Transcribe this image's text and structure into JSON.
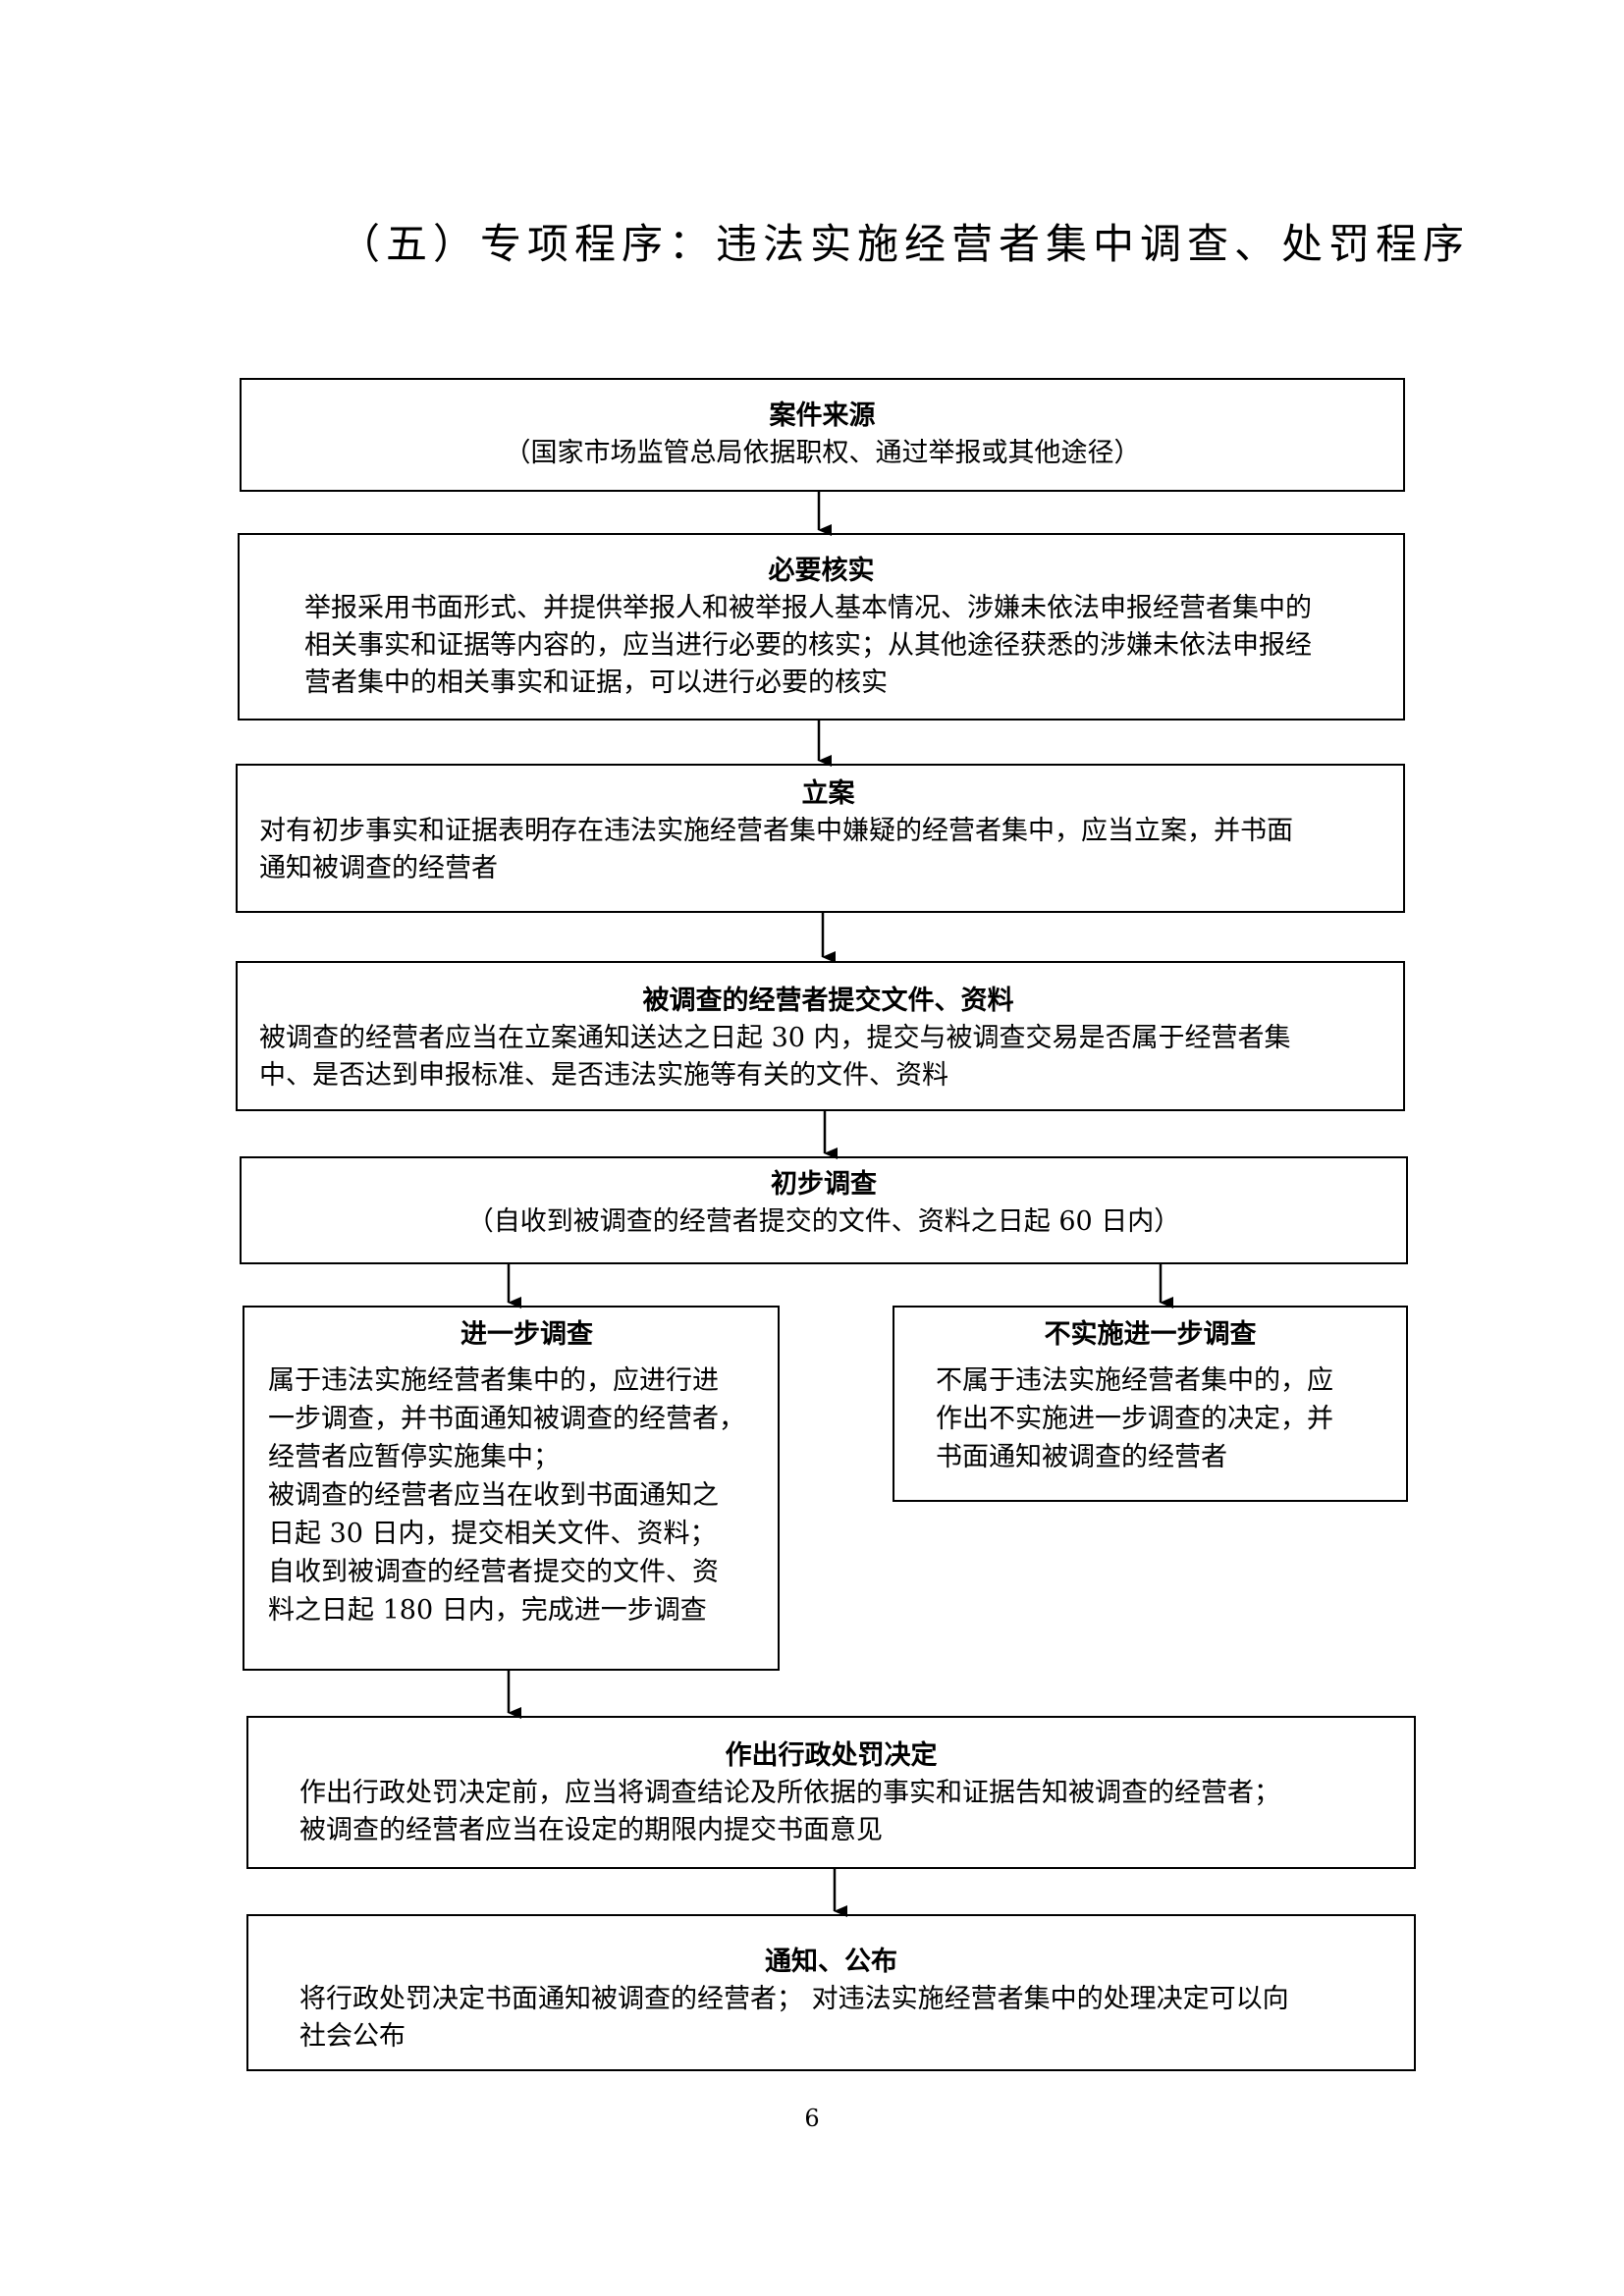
{
  "title": "（五）专项程序：违法实施经营者集中调查、处罚程序",
  "page_number": "6",
  "steps": {
    "source": {
      "heading": "案件来源",
      "body": "（国家市场监管总局依据职权、通过举报或其他途径）"
    },
    "verify": {
      "heading": "必要核实",
      "body": "举报采用书面形式、并提供举报人和被举报人基本情况、涉嫌未依法申报经营者集中的\n相关事实和证据等内容的，应当进行必要的核实；从其他途径获悉的涉嫌未依法申报经\n营者集中的相关事实和证据，可以进行必要的核实"
    },
    "filing": {
      "heading": "立案",
      "body": "对有初步事实和证据表明存在违法实施经营者集中嫌疑的经营者集中，应当立案，并书面\n通知被调查的经营者"
    },
    "submit": {
      "heading": "被调查的经营者提交文件、资料",
      "body": "被调查的经营者应当在立案通知送达之日起 30 内，提交与被调查交易是否属于经营者集\n中、是否达到申报标准、是否违法实施等有关的文件、资料"
    },
    "initial": {
      "heading": "初步调查",
      "body": "（自收到被调查的经营者提交的文件、资料之日起 60 日内）"
    },
    "further": {
      "heading": "进一步调查",
      "body": "属于违法实施经营者集中的，应进行进\n一步调查，并书面通知被调查的经营者，\n经营者应暂停实施集中；\n被调查的经营者应当在收到书面通知之\n日起 30 日内，提交相关文件、资料；\n自收到被调查的经营者提交的文件、资\n料之日起 180 日内，完成进一步调查"
    },
    "no_further": {
      "heading": "不实施进一步调查",
      "body": "不属于违法实施经营者集中的，应\n作出不实施进一步调查的决定，并\n书面通知被调查的经营者"
    },
    "decision": {
      "heading": "作出行政处罚决定",
      "body": "作出行政处罚决定前，应当将调查结论及所依据的事实和证据告知被调查的经营者；\n被调查的经营者应当在设定的期限内提交书面意见"
    },
    "notice": {
      "heading": "通知、公布",
      "body": "将行政处罚决定书面通知被调查的经营者； 对违法实施经营者集中的处理决定可以向\n社会公布"
    }
  }
}
